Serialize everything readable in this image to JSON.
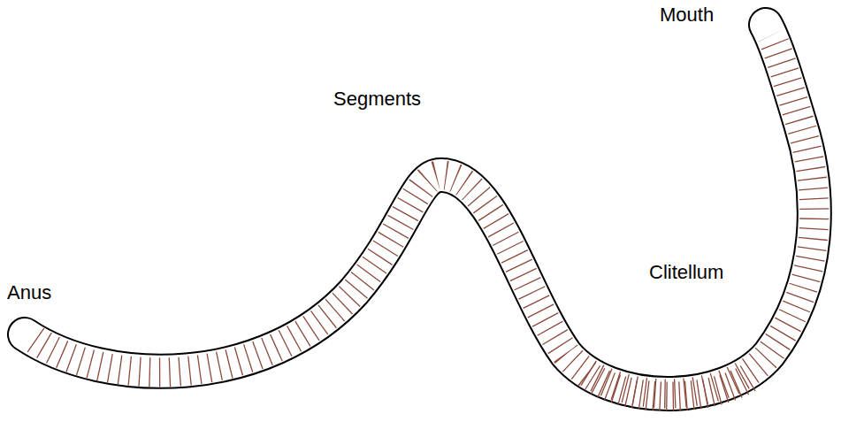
{
  "diagram": {
    "labels": [
      "Mouth",
      "Segments",
      "Clitellum",
      "Anus"
    ]
  }
}
